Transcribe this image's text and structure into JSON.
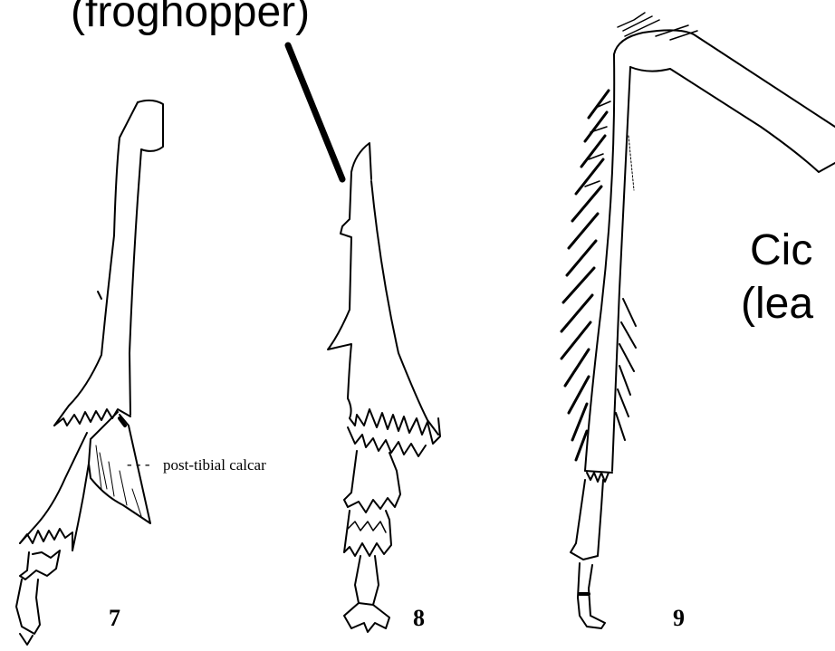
{
  "labels": {
    "froghopper": "(froghopper)",
    "cicada_line1": "Cic",
    "cicada_line2": "(lea",
    "calcar": "post-tibial calcar"
  },
  "figures": {
    "fig7": "7",
    "fig8": "8",
    "fig9": "9"
  }
}
